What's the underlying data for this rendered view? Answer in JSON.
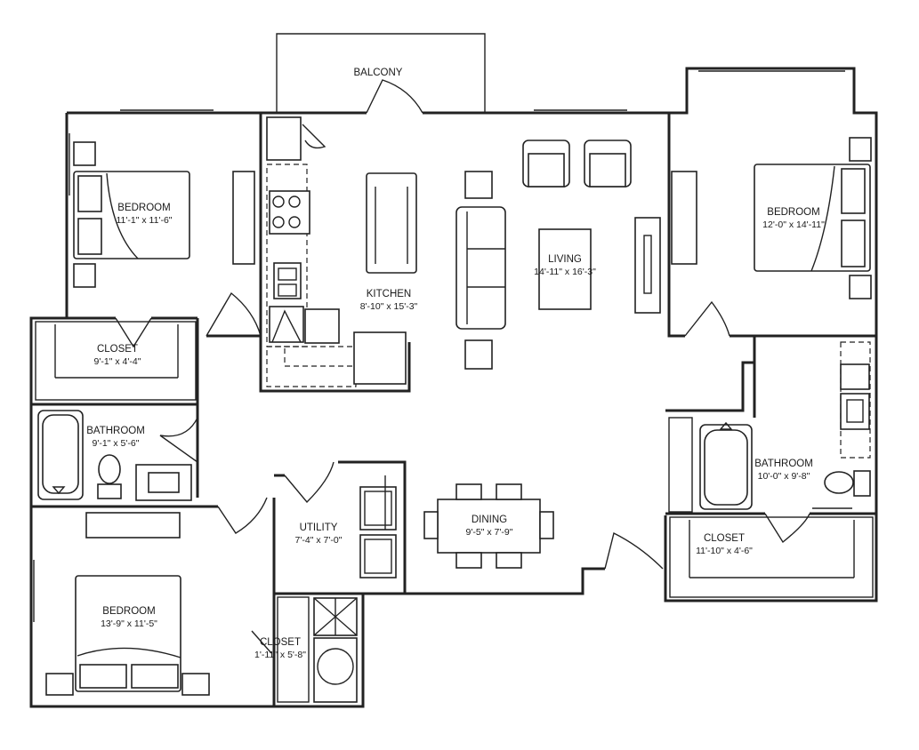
{
  "rooms": {
    "balcony": {
      "name": "BALCONY"
    },
    "bedroom1": {
      "name": "BEDROOM",
      "dim": "11'-1\" x 11'-6\""
    },
    "bedroom2": {
      "name": "BEDROOM",
      "dim": "12'-0\" x 14'-11\""
    },
    "bedroom3": {
      "name": "BEDROOM",
      "dim": "13'-9\" x 11'-5\""
    },
    "closet1": {
      "name": "CLOSET",
      "dim": "9'-1\" x 4'-4\""
    },
    "closet2": {
      "name": "CLOSET",
      "dim": "11'-10\" x 4'-6\""
    },
    "closet3": {
      "name": "CLOSET",
      "dim": "1'-11\" x 5'-8\""
    },
    "bathroom1": {
      "name": "BATHROOM",
      "dim": "9'-1\" x 5'-6\""
    },
    "bathroom2": {
      "name": "BATHROOM",
      "dim": "10'-0\" x 9'-8\""
    },
    "kitchen": {
      "name": "KITCHEN",
      "dim": "8'-10\" x 15'-3\""
    },
    "living": {
      "name": "LIVING",
      "dim": "14'-11\" x 16'-3\""
    },
    "dining": {
      "name": "DINING",
      "dim": "9'-5\" x 7'-9\""
    },
    "utility": {
      "name": "UTILITY",
      "dim": "7'-4\" x 7'-0\""
    }
  }
}
